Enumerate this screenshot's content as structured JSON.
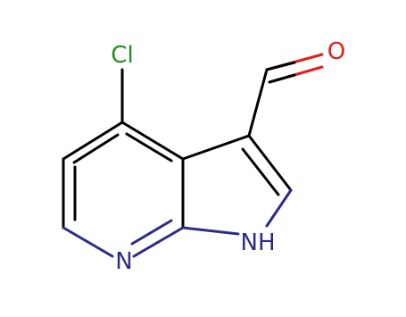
{
  "molecule": {
    "atoms": {
      "chlorine": {
        "label": "Cl",
        "color": "#1f8f1f"
      },
      "oxygen": {
        "label": "O",
        "color": "#e0201b"
      },
      "pyridine_nitrogen": {
        "label": "N",
        "color": "#2c2c86"
      },
      "pyrrole_nh": {
        "label": "NH",
        "color": "#2c2c86"
      }
    },
    "bond_color": "#000000"
  }
}
